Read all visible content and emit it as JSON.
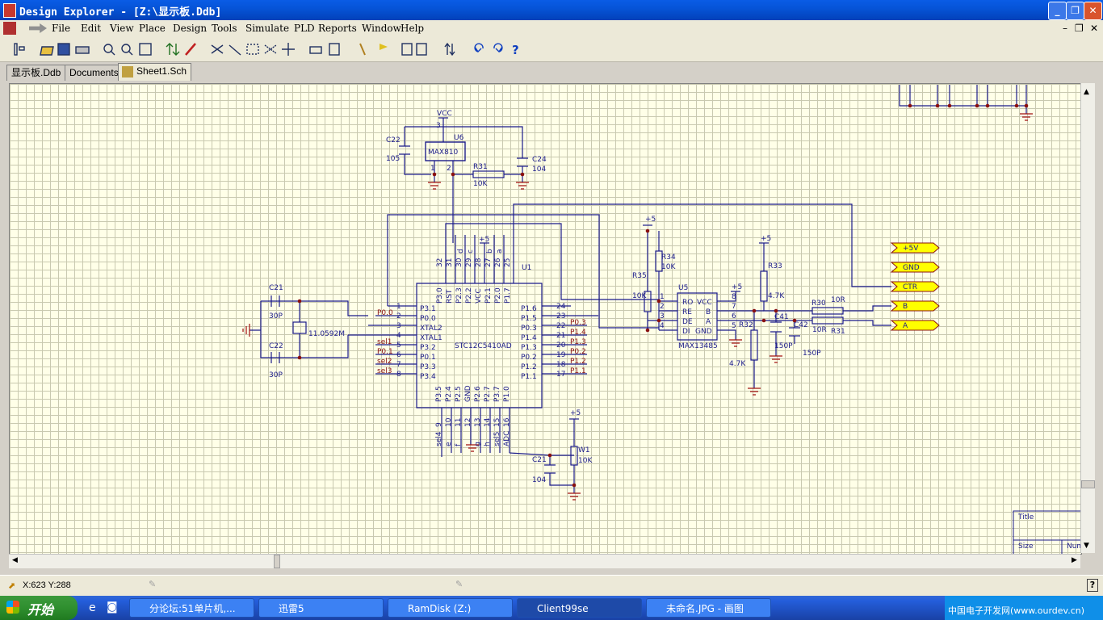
{
  "window": {
    "title": "Design Explorer - [Z:\\显示板.Ddb]"
  },
  "menu": [
    "File",
    "Edit",
    "View",
    "Place",
    "Design",
    "Tools",
    "Simulate",
    "PLD",
    "Reports",
    "Window",
    "Help"
  ],
  "tabs": [
    {
      "label": "显示板.Ddb"
    },
    {
      "label": "Documents"
    },
    {
      "label": "Sheet1.Sch"
    }
  ],
  "schematic": {
    "u1": {
      "ref": "U1",
      "part": "STC12C5410AD",
      "left_pins": [
        [
          "1",
          "P3.1"
        ],
        [
          "2",
          "P0.0"
        ],
        [
          "3",
          "XTAL2"
        ],
        [
          "4",
          "XTAL1"
        ],
        [
          "5",
          "P3.2"
        ],
        [
          "6",
          "P0.1"
        ],
        [
          "7",
          "P3.3"
        ],
        [
          "8",
          "P3.4"
        ]
      ],
      "right_pins": [
        [
          "24",
          "P1.6"
        ],
        [
          "23",
          "P1.5"
        ],
        [
          "22",
          "P0.3"
        ],
        [
          "21",
          "P1.4"
        ],
        [
          "20",
          "P1.3"
        ],
        [
          "19",
          "P0.2"
        ],
        [
          "18",
          "P1.2"
        ],
        [
          "17",
          "P1.1"
        ]
      ],
      "top_nums": [
        "32",
        "31",
        "30",
        "29",
        "28",
        "27",
        "26",
        "25"
      ],
      "top_names": [
        "P3.0",
        "RST",
        "P2.3",
        "P2.2",
        "VCC",
        "P2.1",
        "P2.0",
        "P1.7"
      ],
      "top_letters": [
        "d",
        "c",
        "b",
        "a"
      ],
      "bot_nums": [
        "9",
        "10",
        "11",
        "12",
        "13",
        "14",
        "15",
        "16"
      ],
      "bot_names": [
        "P3.5",
        "P2.4",
        "P2.5",
        "GND",
        "P2.6",
        "P2.7",
        "P3.7",
        "P1.0"
      ],
      "bot_labels": [
        "sel4",
        "e",
        "f",
        "g",
        "h",
        "sel5",
        "ADC"
      ]
    },
    "left_nets": [
      "P0.0",
      "sel1",
      "P0.1",
      "sel2",
      "sel3"
    ],
    "right_nets": [
      "P0.3",
      "P1.4",
      "P1.3",
      "P0.2",
      "P1.2",
      "P1.1"
    ],
    "u6": {
      "ref": "U6",
      "part": "MAX810",
      "vcc": "VCC",
      "pins": [
        "3",
        "1",
        "2"
      ]
    },
    "u5": {
      "ref": "U5",
      "part": "MAX13485",
      "lpins": [
        "RO",
        "RE",
        "DE",
        "DI"
      ],
      "rpins": [
        "VCC",
        "B",
        "A",
        "GND"
      ],
      "lnums": [
        "1",
        "2",
        "3",
        "4"
      ],
      "rnums": [
        "8",
        "7",
        "6",
        "5"
      ]
    },
    "parts": {
      "c22a": {
        "ref": "C22",
        "val": "105"
      },
      "c24": {
        "ref": "C24",
        "val": "104"
      },
      "r31a": {
        "ref": "R31",
        "val": "10K"
      },
      "c21a": {
        "ref": "C21",
        "val": "30P"
      },
      "c22b": {
        "ref": "C22",
        "val": "30P"
      },
      "xtal": {
        "val": "11.0592M"
      },
      "r35": {
        "ref": "R35",
        "val": "10K"
      },
      "r34": {
        "ref": "R34",
        "val": "10K"
      },
      "r33": {
        "ref": "R33",
        "val": "4.7K"
      },
      "r32": {
        "ref": "R32",
        "val": "4.7K"
      },
      "r30": {
        "ref": "R30",
        "val": "10R"
      },
      "r31b": {
        "ref": "R31",
        "val": "10R"
      },
      "c41": {
        "ref": "C41",
        "val": "150P"
      },
      "c42": {
        "ref": "C42",
        "val": "150P"
      },
      "c21b": {
        "ref": "C21",
        "val": "104"
      },
      "w1": {
        "ref": "W1",
        "val": "10K"
      }
    },
    "power_plus5": "+5",
    "ports": [
      "+5V",
      "GND",
      "CTR",
      "B",
      "A"
    ],
    "titleblock": {
      "title": "Title",
      "size": "Size",
      "num": "Num"
    }
  },
  "status": {
    "coords": "X:623 Y:288"
  },
  "taskbar": {
    "start": "开始",
    "tasks": [
      "分论坛:51单片机,...",
      "迅雷5",
      "RamDisk (Z:)",
      "Client99se",
      "未命名.JPG - 画图"
    ],
    "tray": "中国电子开发网(www.ourdev.cn)"
  }
}
